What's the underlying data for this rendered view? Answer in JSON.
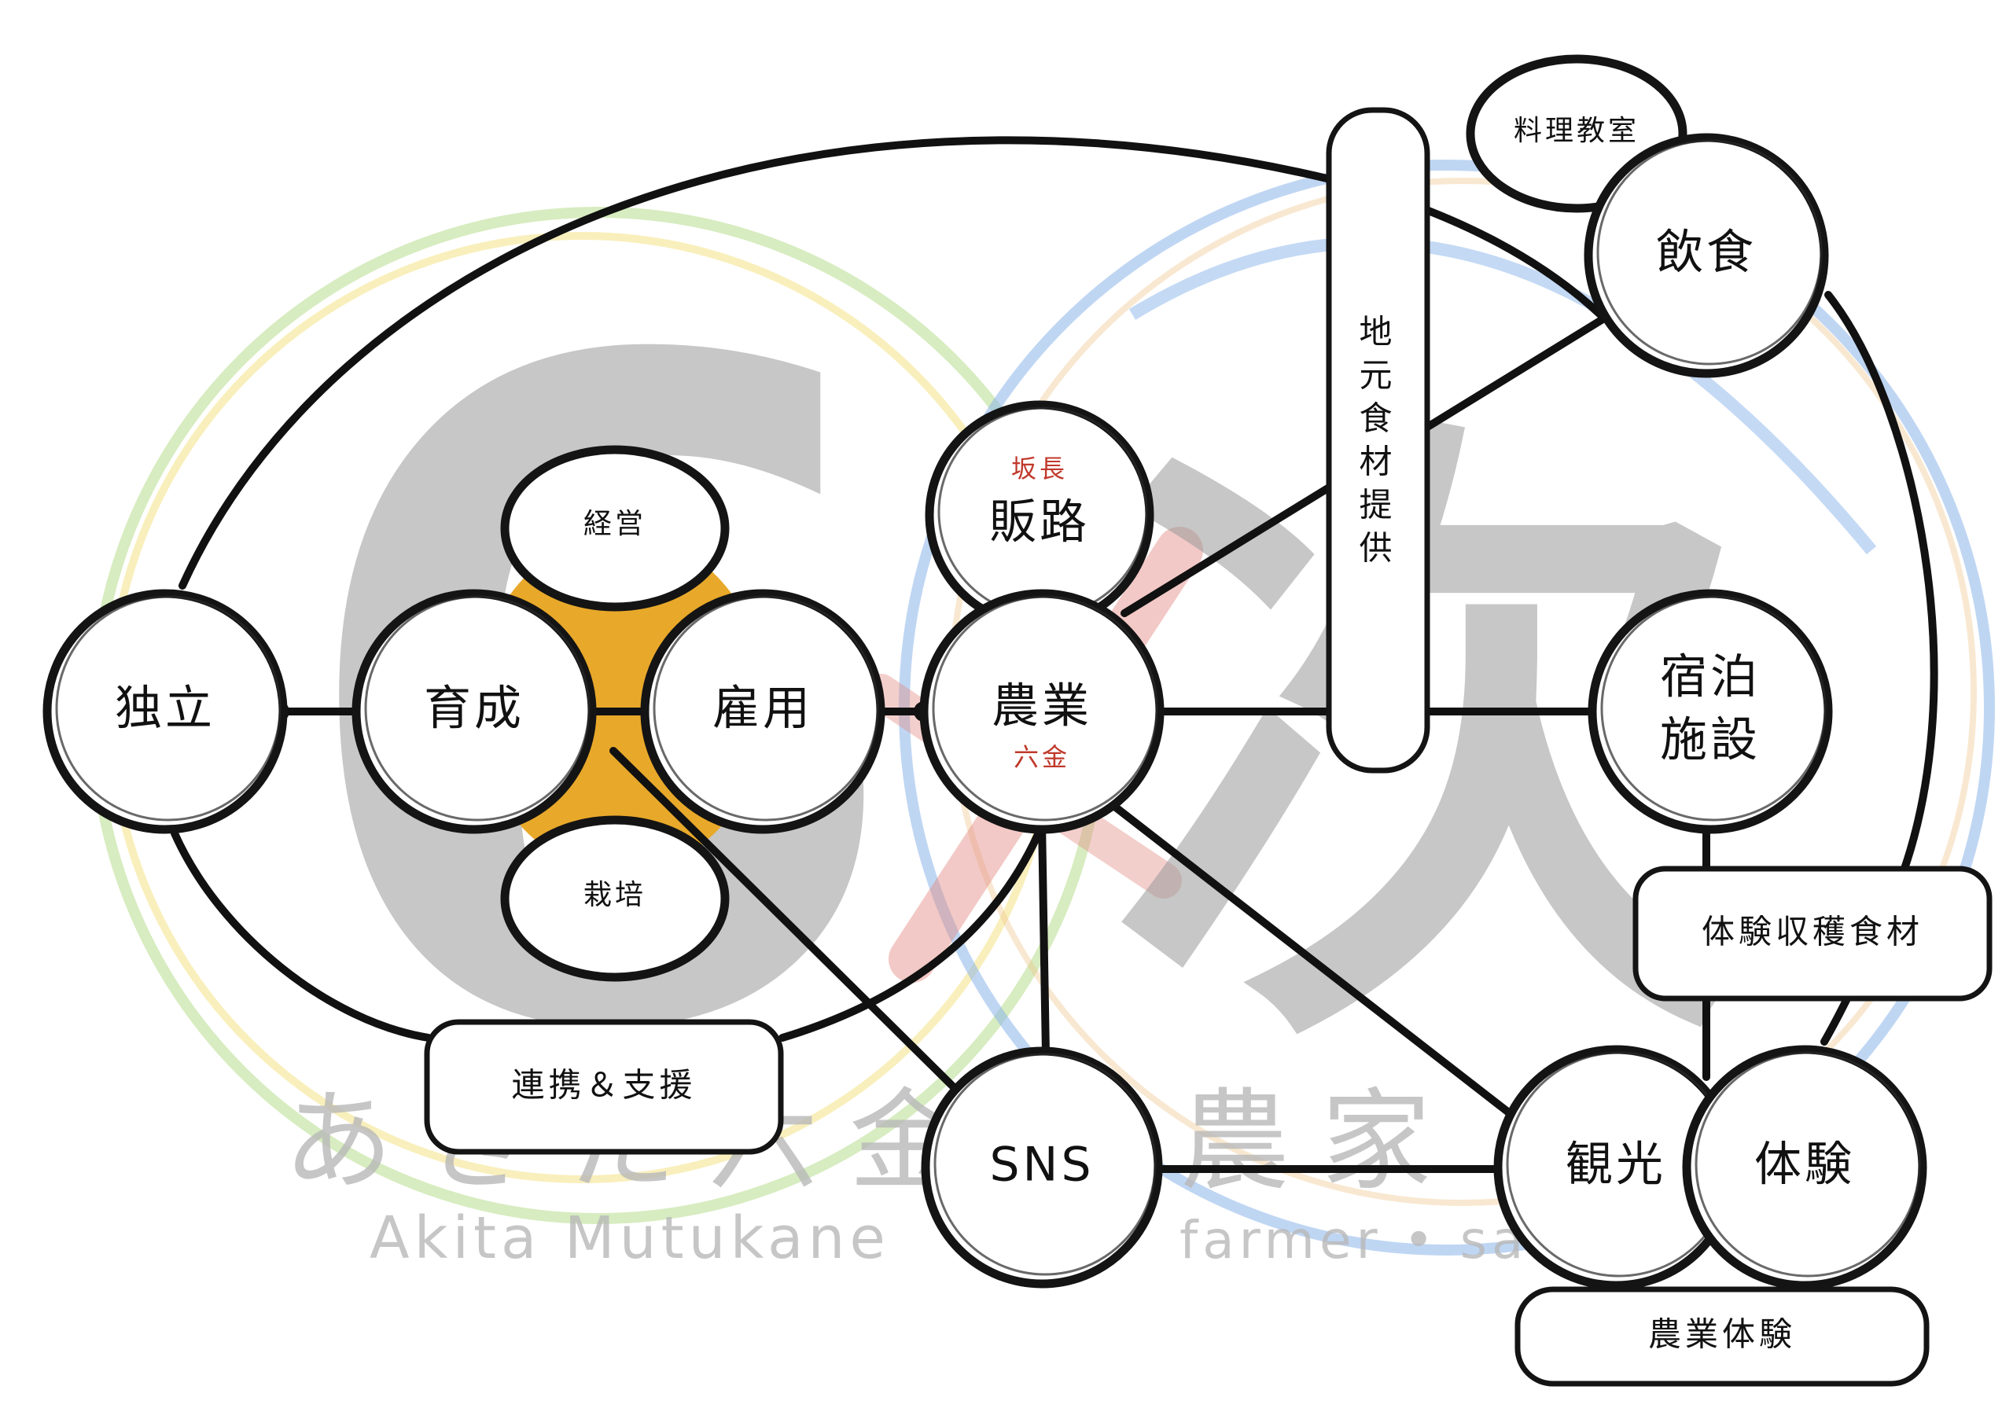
{
  "nodes": {
    "dokuritsu": "独立",
    "ikusei": "育成",
    "koyou": "雇用",
    "nougyou": "農業",
    "nougyou_sub": "六金",
    "hanro": "販路",
    "hanro_sub": "坂長",
    "keiei": "経営",
    "saibai": "栽培",
    "sns": "SNS",
    "kankou": "観光",
    "taiken": "体験",
    "inshoku": "飲食",
    "ryouri": "料理教室",
    "shukuhaku_1": "宿泊",
    "shukuhaku_2": "施設"
  },
  "boxes": {
    "renkei": "連携＆支援",
    "chimoto": [
      "地",
      "元",
      "食",
      "材",
      "提",
      "供"
    ],
    "taiken_shukaku": "体験収穫食材",
    "nougyou_taiken": "農業体験"
  },
  "watermark": {
    "big_left": "6",
    "big_right": "次",
    "line_jp": [
      "あ",
      "き",
      "た",
      "六",
      "金",
      "農",
      "家",
      "・"
    ],
    "line_en_left": "Akita Mutukane",
    "line_en_right": "farmer • sa"
  },
  "colors": {
    "accent": "#e8a82a",
    "ink": "#111111",
    "red_label": "#c0392b",
    "wm_green": "#b7dd8c",
    "wm_yellow": "#f3e07a",
    "wm_blue": "#8ab4ea",
    "wm_red": "#e38a82"
  }
}
